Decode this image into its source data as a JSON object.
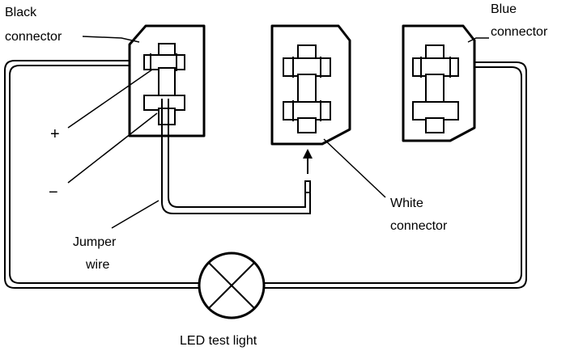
{
  "labels": {
    "black_connector": [
      "Black",
      "connector"
    ],
    "blue_connector": [
      "Blue",
      "connector"
    ],
    "white_connector": [
      "White",
      "connector"
    ],
    "jumper_wire": [
      "Jumper",
      "wire"
    ],
    "led_test_light": "LED test light",
    "plus": "+",
    "minus": "−"
  },
  "colors": {
    "line": "#000000",
    "background": "#ffffff"
  }
}
